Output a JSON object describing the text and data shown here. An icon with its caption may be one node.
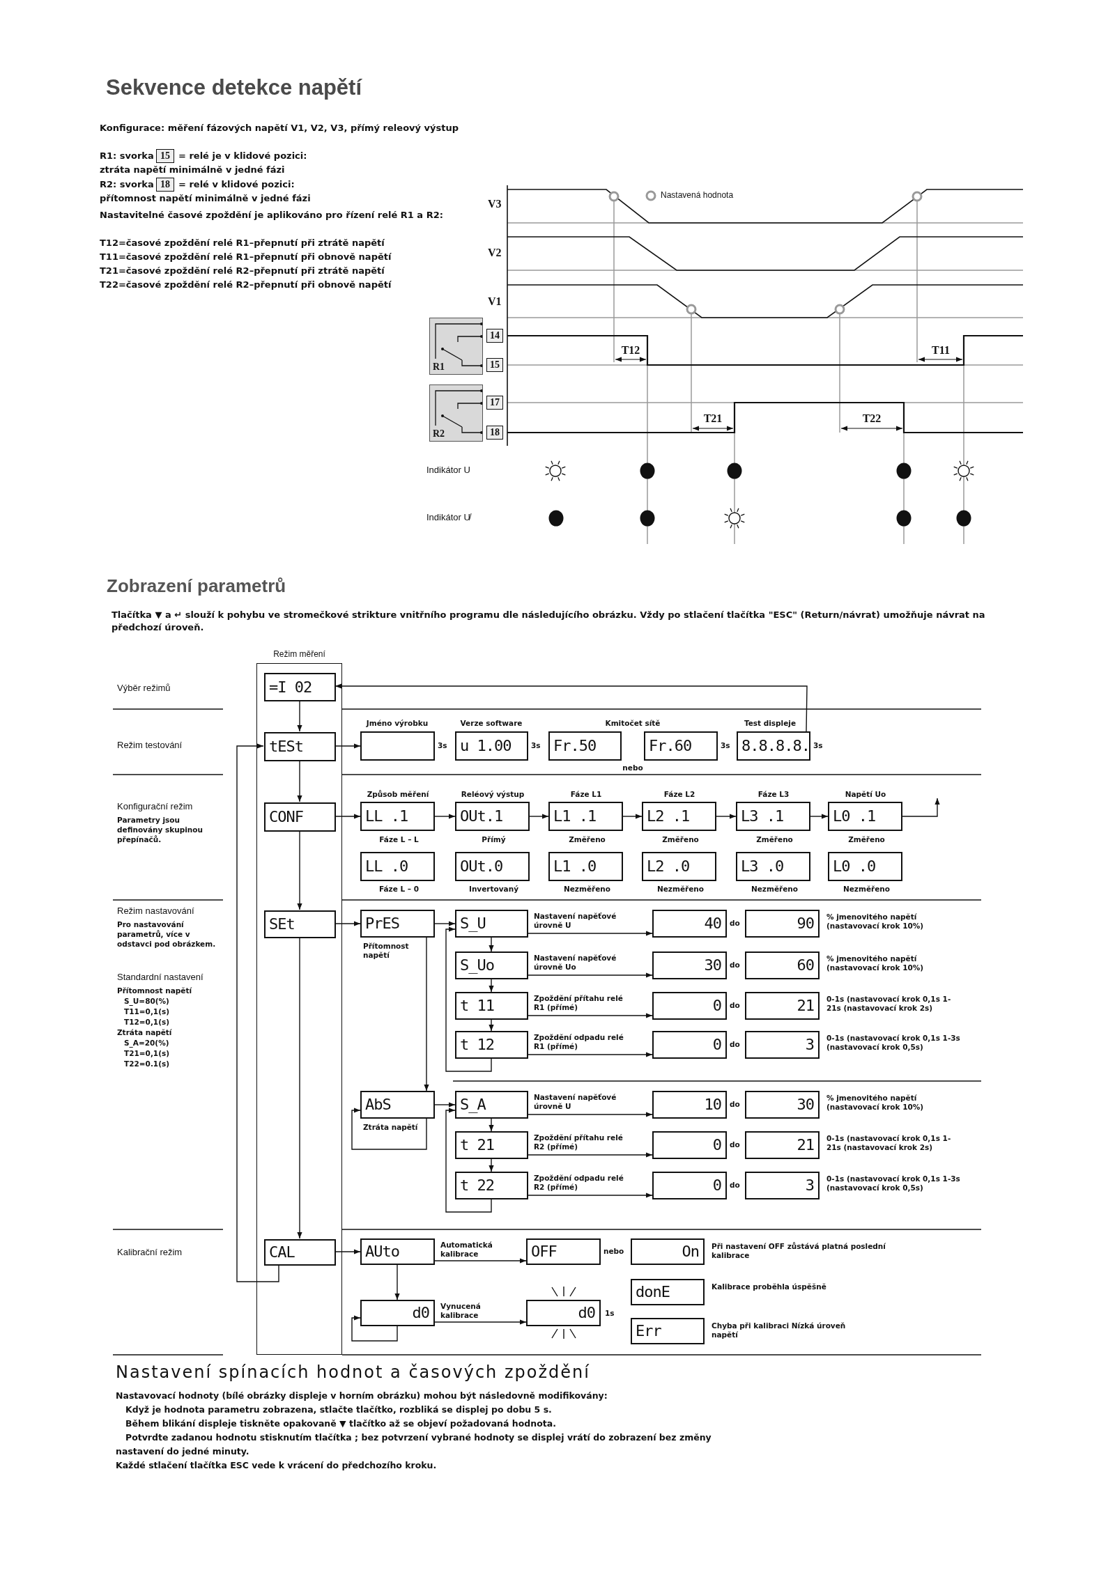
{
  "diagram": {
    "title": "Sekvence detekce napětí",
    "nodes": [
      {
        "text": [
          "15"
        ]
      },
      {
        "text": [
          "18"
        ]
      },
      {
        "text": [
          "R1"
        ]
      },
      {
        "text": [
          "14"
        ]
      },
      {
        "text": [
          "15"
        ]
      },
      {
        "text": [
          "R2"
        ]
      },
      {
        "text": [
          "17"
        ]
      },
      {
        "text": [
          "18"
        ]
      },
      {
        "text": [
          "Režim měření"
        ]
      },
      {
        "text": [
          "=I 02"
        ],
        "in": 8
      },
      {
        "text": [
          "tESt"
        ],
        "in": 8
      },
      {
        "text": [],
        "shape": "box"
      },
      {
        "text": [
          "u 1.00"
        ]
      },
      {
        "text": [
          "Fr.50"
        ]
      },
      {
        "text": [
          "Fr.60"
        ]
      },
      {
        "text": [
          "8.8.8.8."
        ]
      },
      {
        "text": [
          "CONF"
        ],
        "in": 8
      },
      {
        "text": [
          "LL .1"
        ],
        "beside": [
          "Fáze L – L"
        ]
      },
      {
        "text": [
          "OUt.1"
        ],
        "beside": [
          "Přímý"
        ]
      },
      {
        "text": [
          "L1 .1"
        ],
        "beside": [
          "Změřeno"
        ]
      },
      {
        "text": [
          "L2 .1"
        ],
        "beside": [
          "Změřeno"
        ]
      },
      {
        "text": [
          "L3 .1"
        ],
        "beside": [
          "Změřeno"
        ]
      },
      {
        "text": [
          "L0 .1"
        ],
        "beside": [
          "Změřeno"
        ]
      },
      {
        "text": [
          "LL .0"
        ],
        "beside": [
          "Fáze L – 0"
        ]
      },
      {
        "text": [
          "OUt.0"
        ],
        "beside": [
          "Invertovaný"
        ]
      },
      {
        "text": [
          "L1 .0"
        ],
        "beside": [
          "Nezměřeno"
        ]
      },
      {
        "text": [
          "L2 .0"
        ],
        "beside": [
          "Nezměřeno"
        ]
      },
      {
        "text": [
          "L3 .0"
        ],
        "beside": [
          "Nezměřeno"
        ]
      },
      {
        "text": [
          "L0 .0"
        ],
        "beside": [
          "Nezměřeno"
        ]
      },
      {
        "text": [
          "SEt"
        ],
        "in": 8
      },
      {
        "text": [
          "PrES"
        ],
        "beside": [
          "Přítomnost napětí"
        ]
      },
      {
        "text": [
          "S_U"
        ],
        "beside": [
          "Nastavení napěťové úrovně U"
        ]
      },
      {
        "text": [
          "40"
        ]
      },
      {
        "text": [
          "90"
        ],
        "beside": [
          "% jmenovitého napětí (nastavovací krok 10%)"
        ]
      },
      {
        "text": [
          "S_Uo"
        ],
        "beside": [
          "Nastavení napěťové úrovně Uo"
        ]
      },
      {
        "text": [
          "30"
        ]
      },
      {
        "text": [
          "60"
        ],
        "beside": [
          "% jmenovitého napětí (nastavovací krok 10%)"
        ]
      },
      {
        "text": [
          "t 11"
        ],
        "beside": [
          "Zpoždění přítahu relé R1 (přímé)"
        ]
      },
      {
        "text": [
          "0"
        ]
      },
      {
        "text": [
          "21"
        ],
        "beside": [
          "0-1s (nastavovací krok 0,1s 1-21s (nastavovací krok 2s)"
        ]
      },
      {
        "text": [
          "t 12"
        ],
        "beside": [
          "Zpoždění odpadu relé R1 (přímé)"
        ]
      },
      {
        "text": [
          "0"
        ]
      },
      {
        "text": [
          "3"
        ],
        "beside": [
          "0-1s (nastavovací krok 0,1s 1-3s (nastavovací krok 0,5s)"
        ]
      },
      {
        "text": [
          "AbS"
        ],
        "beside": [
          "Ztráta napětí"
        ]
      },
      {
        "text": [
          "S_A"
        ],
        "beside": [
          "Nastavení napěťové úrovně U"
        ]
      },
      {
        "text": [
          "10"
        ]
      },
      {
        "text": [
          "30"
        ],
        "beside": [
          "% jmenovitého napětí (nastavovací krok 10%)"
        ]
      },
      {
        "text": [
          "t 21"
        ],
        "beside": [
          "Zpoždění přítahu relé R2 (přímé)"
        ]
      },
      {
        "text": [
          "0"
        ]
      },
      {
        "text": [
          "21"
        ],
        "beside": [
          "0-1s (nastavovací krok 0,1s 1-21s (nastavovací krok 2s)"
        ]
      },
      {
        "text": [
          "t 22"
        ],
        "beside": [
          "Zpoždění odpadu relé R2 (přímé)"
        ]
      },
      {
        "text": [
          "0"
        ]
      },
      {
        "text": [
          "3"
        ],
        "beside": [
          "0-1s (nastavovací krok 0,1s 1-3s (nastavovací krok 0,5s)"
        ]
      },
      {
        "text": [
          "CAL"
        ],
        "in": 8
      },
      {
        "text": [
          "AUto"
        ],
        "beside": [
          "Automatická kalibrace"
        ]
      },
      {
        "text": [
          "OFF"
        ]
      },
      {
        "text": [
          "On"
        ],
        "beside": [
          "Při nastavení OFF zůstává platná poslední kalibrace"
        ]
      },
      {
        "text": [
          "d0"
        ],
        "beside": [
          "Vynucená kalibrace"
        ]
      },
      {
        "text": [
          "d0"
        ]
      },
      {
        "text": [
          "donE"
        ],
        "beside": [
          "Kalibrace proběhla úspěšně"
        ]
      },
      {
        "text": [
          "Err"
        ],
        "beside": [
          "Chyba při kalibraci Nízká úroveň napětí"
        ]
      }
    ],
    "edges": [
      {
        "from": 9,
        "to": 10,
        "arrow": "to"
      },
      {
        "from": 10,
        "to": 16,
        "arrow": "to"
      },
      {
        "from": 16,
        "to": 29,
        "arrow": "to"
      },
      {
        "from": 29,
        "to": 53,
        "arrow": "to"
      },
      {
        "from": 15,
        "to": 9,
        "arrow": "to"
      },
      {
        "from": 53,
        "to": 10,
        "arrow": "to"
      },
      {
        "from": 10,
        "to": 11,
        "arrow": "to"
      },
      {
        "from": 16,
        "to": 17,
        "arrow": "to"
      },
      {
        "from": 17,
        "to": 18,
        "arrow": "to"
      },
      {
        "from": 18,
        "to": 19,
        "arrow": "to"
      },
      {
        "from": 19,
        "to": 20,
        "arrow": "to"
      },
      {
        "from": 20,
        "to": 21,
        "arrow": "to"
      },
      {
        "from": 21,
        "to": 22,
        "arrow": "to"
      },
      {
        "from": 22,
        "to": null,
        "arrow": "to"
      },
      {
        "from": 29,
        "to": 30,
        "arrow": "to"
      },
      {
        "from": 30,
        "to": 31,
        "arrow": "to"
      },
      {
        "from": 31,
        "to": 32,
        "arrow": "to"
      },
      {
        "from": 31,
        "to": 34,
        "arrow": "to"
      },
      {
        "from": 34,
        "to": 35,
        "arrow": "to"
      },
      {
        "from": 34,
        "to": 37,
        "arrow": "to"
      },
      {
        "from": 37,
        "to": 38,
        "arrow": "to"
      },
      {
        "from": 37,
        "to": 40,
        "arrow": "to"
      },
      {
        "from": 40,
        "to": 41,
        "arrow": "to"
      },
      {
        "from": 40,
        "to": 31,
        "arrow": "to"
      },
      {
        "from": 30,
        "to": 43,
        "arrow": "to"
      },
      {
        "from": 43,
        "to": 44,
        "arrow": "to"
      },
      {
        "from": 44,
        "to": 45,
        "arrow": "to"
      },
      {
        "from": 44,
        "to": 47,
        "arrow": "to"
      },
      {
        "from": 47,
        "to": 48,
        "arrow": "to"
      },
      {
        "from": 47,
        "to": 50,
        "arrow": "to"
      },
      {
        "from": 50,
        "to": 51,
        "arrow": "to"
      },
      {
        "from": 50,
        "to": 44,
        "arrow": "to"
      },
      {
        "from": 43,
        "to": 43,
        "arrow": "to"
      },
      {
        "from": 53,
        "to": 54,
        "arrow": "to"
      },
      {
        "from": 54,
        "to": 55,
        "arrow": "to"
      },
      {
        "from": 54,
        "to": 57,
        "arrow": "to"
      },
      {
        "from": 57,
        "to": 58,
        "arrow": "to"
      },
      {
        "from": 57,
        "to": 57,
        "arrow": "to"
      }
    ],
    "labels": [
      "Konfigurace: měření fázových napětí V1, V2, V3, přímý releový výstup",
      "R1: svorka",
      "= relé je v klidové pozici:",
      "ztráta napětí minimálně v jedné fázi",
      "R2: svorka",
      "= relé v klidové pozici:",
      "přítomnost napětí minimálně v jedné fázi",
      "Nastavitelné časové zpoždění je aplikováno pro řízení relé R1 a R2:",
      "T12=časové zpoždění relé R1–přepnutí při ztrátě napětí",
      "T11=časové zpoždění relé R1–přepnutí při obnově napětí",
      "T21=časové zpoždění relé R2–přepnutí při ztrátě napětí",
      "T22=časové zpoždění relé R2–přepnutí při obnově napětí",
      "V3",
      "V2",
      "V1",
      "T12",
      "T11",
      "T21",
      "T22",
      "Indikátor U",
      "Indikátor U̸",
      "Zobrazení parametrů",
      "Tlačítka ▼ a ↵ slouží k pohybu ve stromečkové strikture vnitřního programu dle následujícího obrázku. Vždy po stlačení tlačítka \"ESC\" (Return/návrat) umožňuje návrat na předchozí úroveň.",
      "Výběr režimů",
      "Režim testování",
      "Konfigurační režim",
      "Parametry jsou definovány skupinou přepínačů.",
      "Režim nastavování",
      "Pro nastavování parametrů, více v odstavci pod obrázkem.",
      "Standardní nastavení",
      "Přítomnost napětí",
      "S_U=80(%)",
      "T11=0,1(s)",
      "T12=0,1(s)",
      "Ztráta napětí",
      "S_A=20(%)",
      "T21=0,1(s)",
      "T22=0.1(s)",
      "Kalibrační režim",
      "Jméno výrobku",
      "Verze software",
      "Kmitočet sítě",
      "Test displeje",
      "3s",
      "3s",
      "3s",
      "3s",
      "nebo",
      "Způsob měření",
      "Reléový výstup",
      "Fáze L1",
      "Fáze L2",
      "Fáze L3",
      "Napětí Uo",
      "do",
      "do",
      "do",
      "do",
      "do",
      "do",
      "do",
      "nebo",
      "1s",
      "Nastavení spínacích hodnot a časových zpoždění",
      "Nastavovací hodnoty (bílé obrázky displeje v horním obrázku) mohou být následovně modifikovány:",
      "Když je hodnota parametru zobrazena, stlačte tlačítko, rozbliká se displej po dobu 5 s.",
      "Během blikání displeje tiskněte opakovaně ▼ tlačítko až se objeví požadovaná hodnota.",
      "Potvrdte zadanou hodnotu stisknutím tlačítka ; bez potvrzení vybrané hodnoty se displej vrátí do zobrazení bez změny nastavení do jedné minuty.",
      "Každé stlačení tlačítka ESC vede k vrácení do předchozího kroku."
    ],
    "legend": [
      {
        "text": "Nastavená hodnota"
      }
    ]
  }
}
